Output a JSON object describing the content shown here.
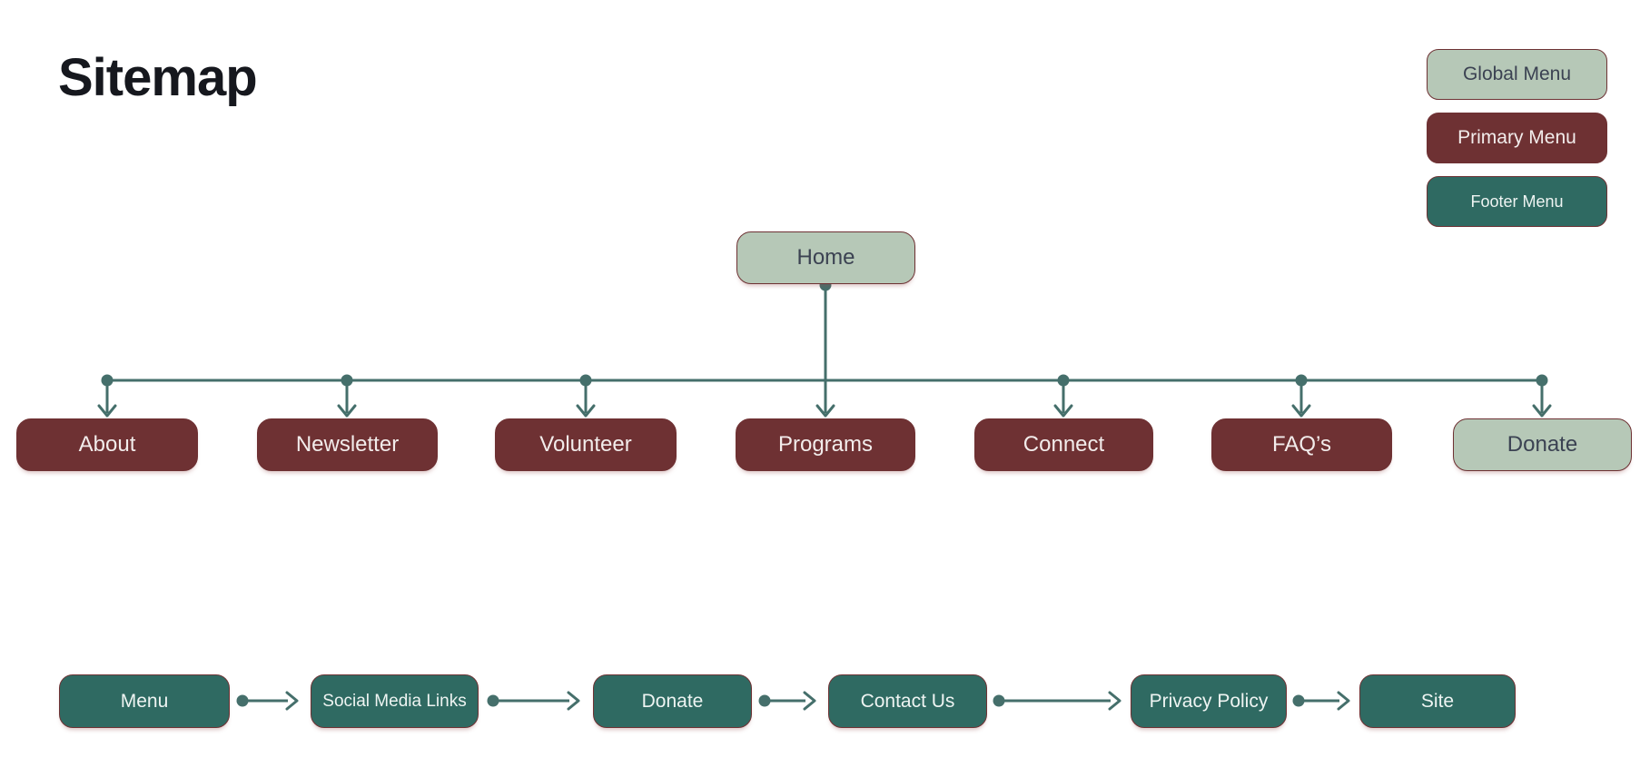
{
  "title": "Sitemap",
  "legend": {
    "items": [
      {
        "label": "Global Menu",
        "type": "global"
      },
      {
        "label": "Primary Menu",
        "type": "primary"
      },
      {
        "label": "Footer Menu",
        "type": "footer"
      }
    ]
  },
  "tree": {
    "root": {
      "label": "Home",
      "menu": "global"
    },
    "children": [
      {
        "label": "About",
        "menu": "primary"
      },
      {
        "label": "Newsletter",
        "menu": "primary"
      },
      {
        "label": "Volunteer",
        "menu": "primary"
      },
      {
        "label": "Programs",
        "menu": "primary"
      },
      {
        "label": "Connect",
        "menu": "primary"
      },
      {
        "label": "FAQ’s",
        "menu": "primary"
      },
      {
        "label": "Donate",
        "menu": "global"
      }
    ]
  },
  "footer_flow": {
    "nodes": [
      {
        "label": "Menu"
      },
      {
        "label": "Social Media Links"
      },
      {
        "label": "Donate"
      },
      {
        "label": "Contact Us"
      },
      {
        "label": "Privacy Policy"
      },
      {
        "label": "Site"
      }
    ]
  },
  "colors": {
    "global_menu_fill": "#b6c8b7",
    "primary_menu_fill": "#6e3133",
    "footer_menu_fill": "#2f6a62",
    "connector": "#456f6b",
    "node_border": "#6e3234",
    "dark_text": "#3b4252",
    "light_text": "#f2eceb",
    "title_text": "#16181e"
  }
}
